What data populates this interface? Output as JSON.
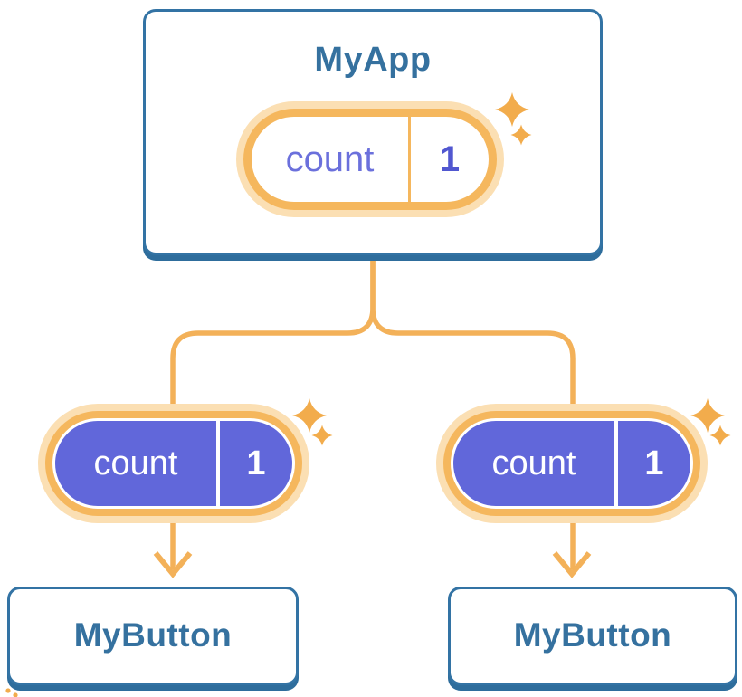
{
  "colors": {
    "card-bg": "#FFFFFF",
    "card-border": "#3373A4",
    "card-shadow": "#2E6D9C",
    "heading-text": "#35719F",
    "connector-orange": "#F3B159",
    "pill-ring-orange": "#F5B75D",
    "pill-ring-cream": "#FBDFB3",
    "sparkle-orange": "#F2AC4C",
    "pill-purple": "#6167DA",
    "state-label-purple": "#6B70DC",
    "state-value-purple": "#5157D0",
    "pill-text-white": "#FFFFFF"
  },
  "root": {
    "title": "MyApp",
    "state": {
      "label": "count",
      "value": "1"
    }
  },
  "children": [
    {
      "title": "MyButton",
      "prop": {
        "label": "count",
        "value": "1"
      }
    },
    {
      "title": "MyButton",
      "prop": {
        "label": "count",
        "value": "1"
      }
    }
  ],
  "icons": {
    "sparkle": "✦",
    "arrow": "↓"
  }
}
